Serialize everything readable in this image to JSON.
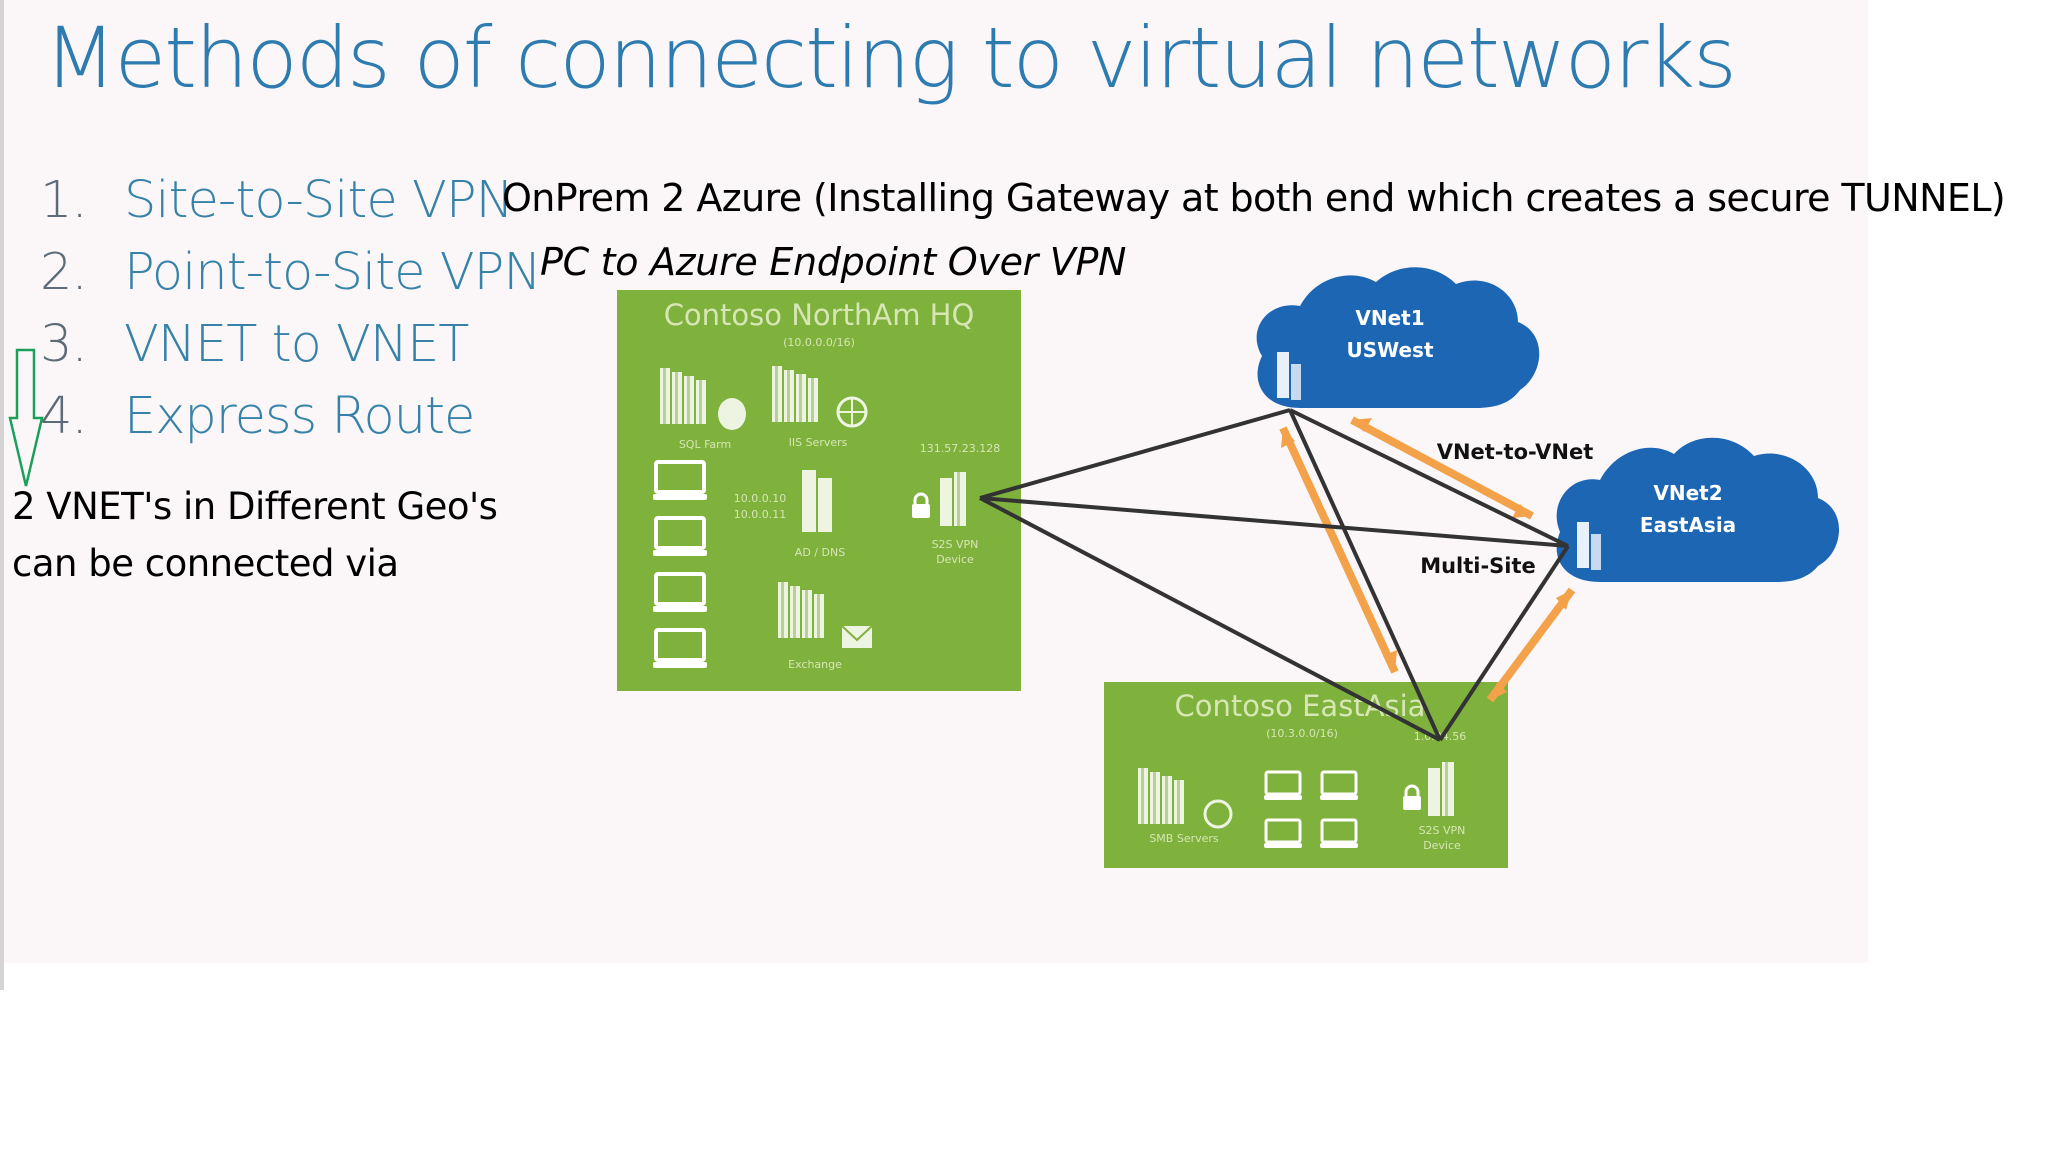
{
  "slide": {
    "title": "Methods of connecting to virtual networks",
    "methods": [
      {
        "number": "1.",
        "label": "Site-to-Site VPN"
      },
      {
        "number": "2.",
        "label": "Point-to-Site VPN"
      },
      {
        "number": "3.",
        "label": "VNET to VNET"
      },
      {
        "number": "4.",
        "label": "Express Route"
      }
    ]
  },
  "annotations": {
    "site_to_site_note": "OnPrem 2 Azure (Installing Gateway at both end which creates a secure TUNNEL)",
    "point_to_site_note": "PC to Azure Endpoint Over VPN",
    "vnet_note_line1": "2 VNET's in Different Geo's",
    "vnet_note_line2": "can be connected via",
    "arrow_color": "#1aa05a"
  },
  "diagram": {
    "hq": {
      "title": "Contoso NorthAm HQ",
      "subnet": "(10.0.0.0/16)",
      "sql_label": "SQL Farm",
      "iis_label": "IIS Servers",
      "ip_pair_1": "10.0.0.10",
      "ip_pair_2": "10.0.0.11",
      "ad_label": "AD / DNS",
      "vpn_ip": "131.57.23.128",
      "vpn_label_1": "S2S VPN",
      "vpn_label_2": "Device",
      "exchange_label": "Exchange"
    },
    "eastasia_site": {
      "title": "Contoso EastAsia",
      "subnet": "(10.3.0.0/16)",
      "vpn_ip": "1.0.34.56",
      "smb_label": "SMB Servers",
      "vpn_label_1": "S2S VPN",
      "vpn_label_2": "Device"
    },
    "vnet1": {
      "line1": "VNet1",
      "line2": "USWest"
    },
    "vnet2": {
      "line1": "VNet2",
      "line2": "EastAsia"
    },
    "link_labels": {
      "vnet_to_vnet": "VNet-to-VNet",
      "multi_site": "Multi-Site"
    },
    "colors": {
      "site_green": "#7fb13d",
      "cloud_blue": "#1d66b4",
      "vnet_link_orange": "#f3a24a",
      "multisite_line": "#333333"
    }
  }
}
